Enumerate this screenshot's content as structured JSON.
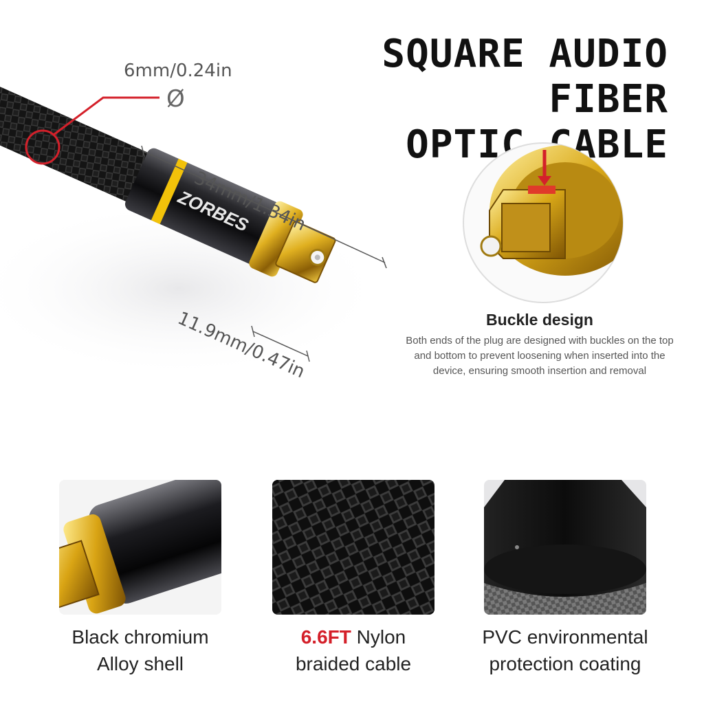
{
  "title": {
    "line1": "SQUARE AUDIO FIBER",
    "line2": "OPTIC CABLE"
  },
  "dimensions": {
    "diameter": "6mm/0.24in",
    "diameter_symbol": "Ø",
    "length": "34mm/1.34in",
    "tip_width": "11.9mm/0.47in"
  },
  "brand": "ZORBES",
  "buckle": {
    "title": "Buckle design",
    "description": "Both ends of the plug are designed with buckles on the top and bottom to prevent loosening when inserted into the device, ensuring smooth insertion and removal"
  },
  "features": [
    {
      "line1": "Black chromium",
      "line2": "Alloy shell"
    },
    {
      "highlight": "6.6FT",
      "line1_rest": " Nylon",
      "line2": "braided cable"
    },
    {
      "line1": "PVC environmental",
      "line2": "protection coating"
    }
  ],
  "colors": {
    "gold": "#d4a20c",
    "accent_red": "#d4202a",
    "chrome": "#2a2a2e"
  }
}
